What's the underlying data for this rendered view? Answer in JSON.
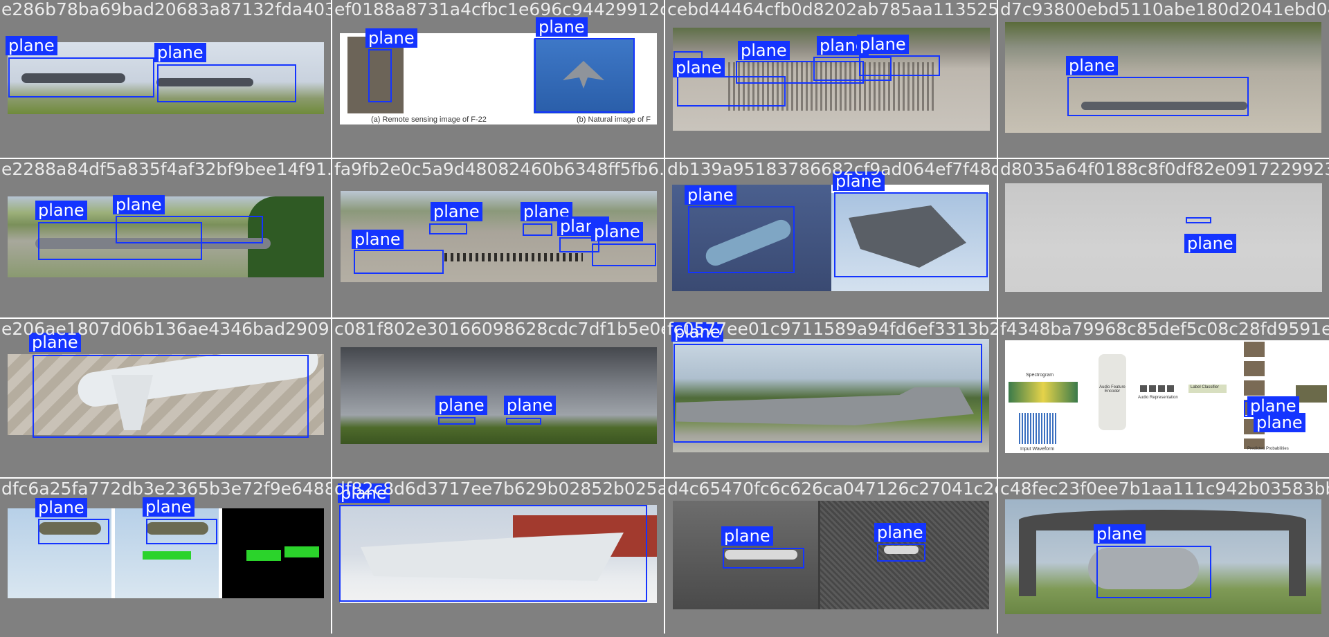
{
  "detection_label": "plane",
  "colors": {
    "box": "#1434ff",
    "label_text": "#ffffff",
    "background": "#808080",
    "filename_text": "#ececec"
  },
  "tiles": [
    {
      "filename": "e286b78ba69bad20683a87132fda4031.jpg"
    },
    {
      "filename": "ef0188a8731a4cfbc1e696c94429912c.jpg"
    },
    {
      "filename": "cebd44464cfb0d8202ab785aa1135258.jpg"
    },
    {
      "filename": "d7c93800ebd5110abe180d2041ebd045.jpg"
    },
    {
      "filename": "e2288a84df5a835f4af32bf9bee14f91.jpg"
    },
    {
      "filename": "fa9fb2e0c5a9d48082460b6348ff5fb6.jpg"
    },
    {
      "filename": "db139a95183786682cf9ad064ef7f48d.jpg"
    },
    {
      "filename": "d8035a64f0188c8f0df82e0917229923.jpg"
    },
    {
      "filename": "e206ae1807d06b136ae4346bad2909bc.jpg"
    },
    {
      "filename": "c081f802e30166098628cdc7df1b5e0e.jpg"
    },
    {
      "filename": "fc0577ee01c9711589a94fd6ef3313b2.jpg"
    },
    {
      "filename": "f4348ba79968c85def5c08c28fd9591e.jpg"
    },
    {
      "filename": "dfc6a25fa772db3e2365b3e72f9e6488.jpg"
    },
    {
      "filename": "df82c8d6d3717ee7b629b02852b025a.jpg"
    },
    {
      "filename": "d4c65470fc6c626ca047126c27041c2e.jpg"
    },
    {
      "filename": "c48fec23f0ee7b1aa111c942b03583bb.jpg"
    }
  ],
  "captions": {
    "f22_remote": "(a) Remote sensing image of F-22",
    "f22_natural": "(b) Natural image of F",
    "diagram_spectrogram": "Spectrogram",
    "diagram_encoder": "Audio Feature Encoder",
    "diagram_representation": "Audio Representation",
    "diagram_classifier": "Label Classifier",
    "diagram_waveform": "Input Waveform",
    "diagram_probabilities": "Predicted Probabilities"
  }
}
